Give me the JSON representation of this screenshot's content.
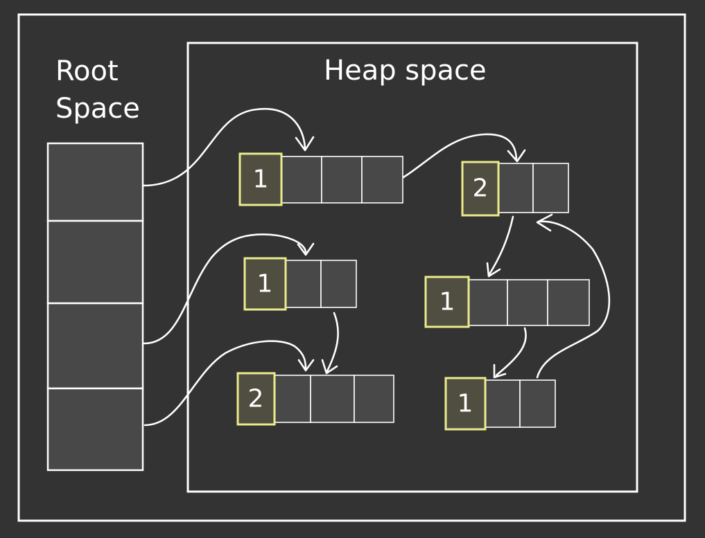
{
  "root_space": {
    "label_line1": "Root",
    "label_line2": "Space",
    "slots": 4
  },
  "heap_space": {
    "label": "Heap space"
  },
  "objects": [
    {
      "id": "obj-a",
      "ref_count": "1",
      "fields": 3
    },
    {
      "id": "obj-b",
      "ref_count": "2",
      "fields": 2
    },
    {
      "id": "obj-c",
      "ref_count": "1",
      "fields": 2
    },
    {
      "id": "obj-d",
      "ref_count": "1",
      "fields": 3
    },
    {
      "id": "obj-e",
      "ref_count": "2",
      "fields": 3
    },
    {
      "id": "obj-f",
      "ref_count": "1",
      "fields": 2
    }
  ],
  "references": [
    {
      "from": "root-slot-1",
      "to": "obj-a"
    },
    {
      "from": "obj-a",
      "to": "obj-b"
    },
    {
      "from": "root-slot-3",
      "to": "obj-c"
    },
    {
      "from": "root-slot-4",
      "to": "obj-e"
    },
    {
      "from": "obj-c",
      "to": "obj-e"
    },
    {
      "from": "obj-b",
      "to": "obj-d"
    },
    {
      "from": "obj-d",
      "to": "obj-f"
    },
    {
      "from": "obj-f",
      "to": "obj-b"
    }
  ],
  "colors": {
    "background": "#333333",
    "stroke": "#ffffff",
    "cell_fill": "#484848",
    "count_highlight": "#ecec8c"
  }
}
